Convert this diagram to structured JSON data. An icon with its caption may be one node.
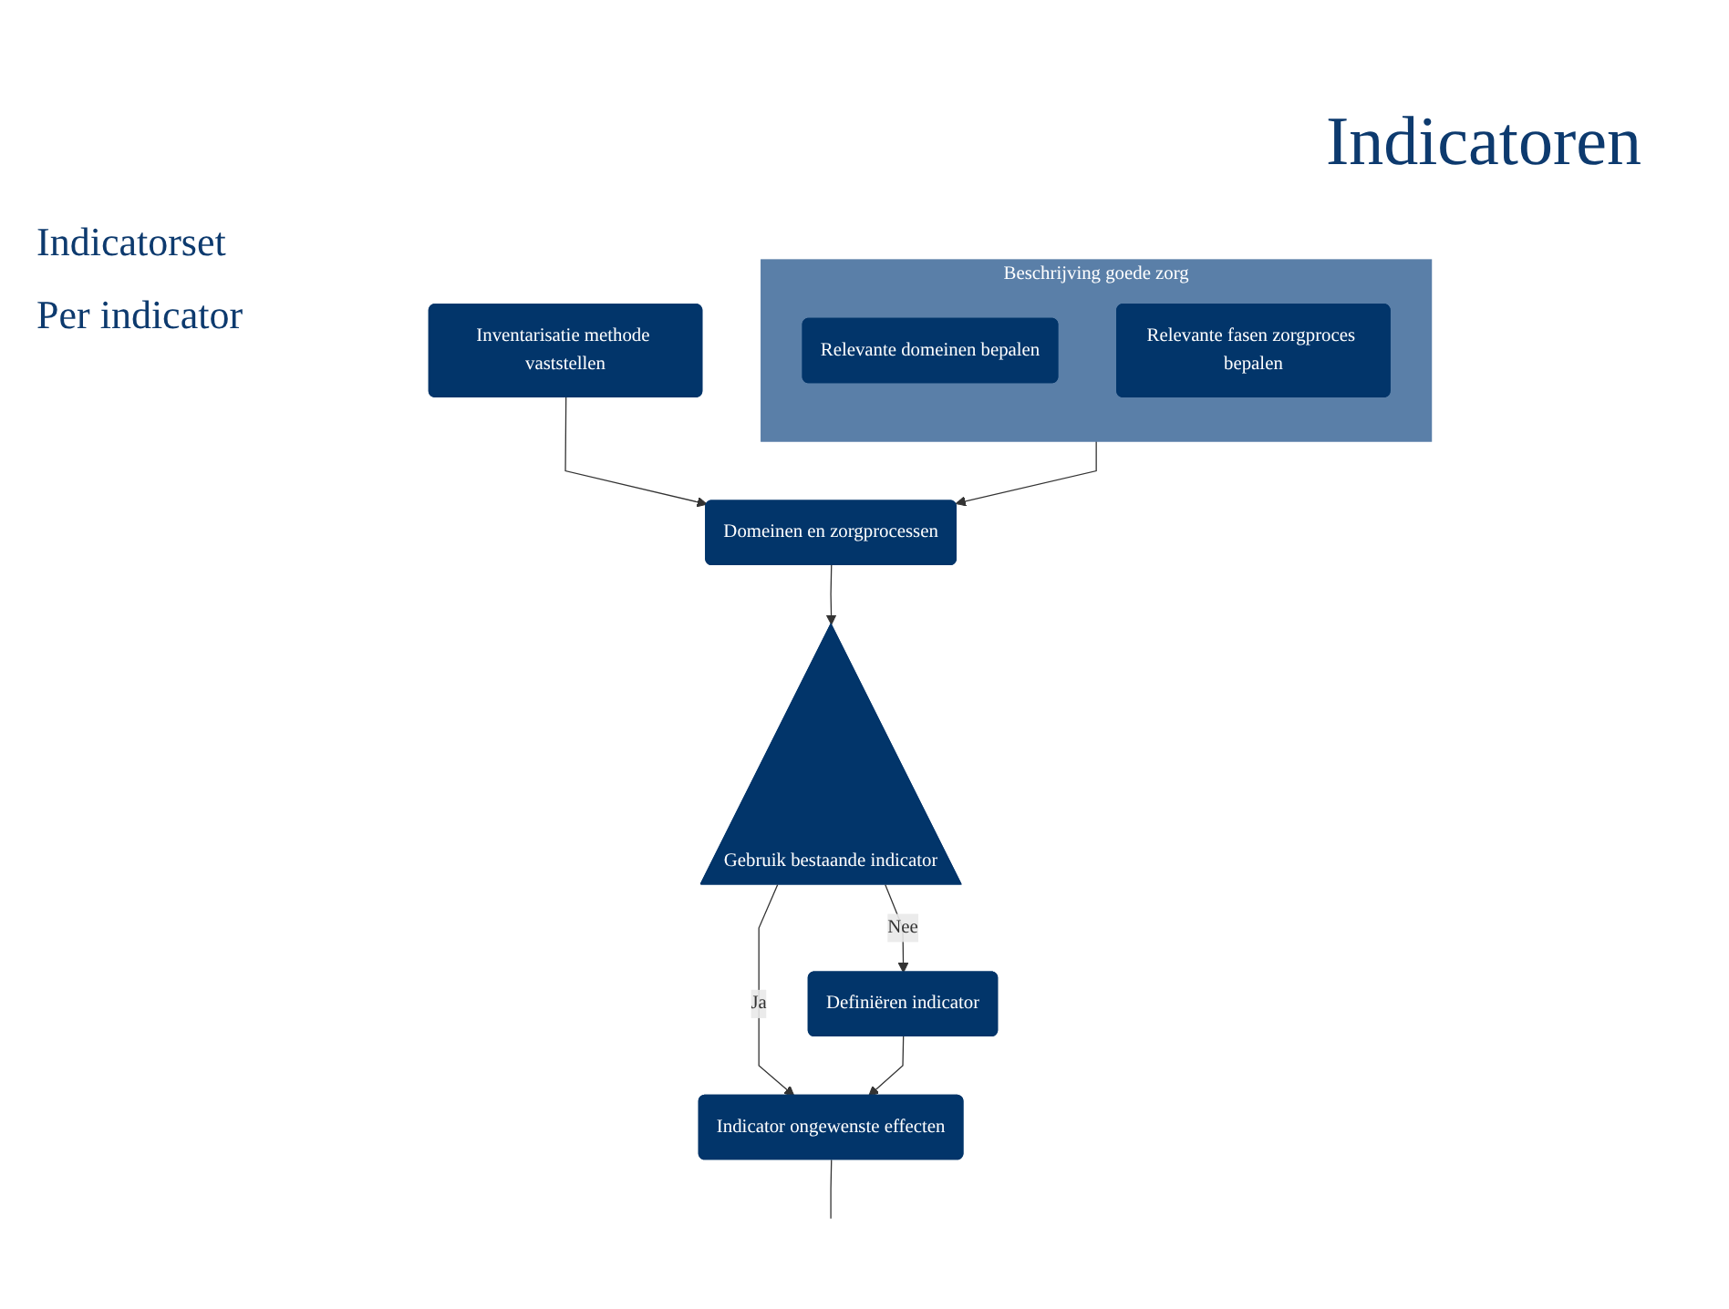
{
  "diagram": {
    "title": "Indicatoren",
    "nodes": [
      {
        "text": [
          "Beschrijving goede zorg"
        ]
      },
      {
        "text": [
          "Relevante domeinen bepalen"
        ],
        "in": 0
      },
      {
        "text": [
          "Relevante fasen zorgproces bepalen"
        ],
        "in": 0
      },
      {
        "text": [
          "Inventarisatie methode vaststellen"
        ]
      },
      {
        "text": [
          "Domeinen en zorgprocessen"
        ]
      },
      {
        "text": [
          "Gebruik bestaande indicator"
        ]
      },
      {
        "text": [
          "Definiëren indicator"
        ]
      },
      {
        "text": [
          "Indicator ongewenste effecten"
        ]
      }
    ],
    "edges": [
      {
        "from": 3,
        "to": 4,
        "arrow": "to"
      },
      {
        "from": 0,
        "to": 4,
        "arrow": "to"
      },
      {
        "from": 4,
        "to": 5,
        "arrow": "to"
      },
      {
        "from": 5,
        "to": 7,
        "arrow": "to",
        "label": "Ja"
      },
      {
        "from": 5,
        "to": 6,
        "arrow": "to",
        "label": "Nee"
      },
      {
        "from": 6,
        "to": 7,
        "arrow": "to"
      },
      {
        "from": 7,
        "to": null,
        "arrow": "none"
      }
    ],
    "labels": [
      "Indicatorset",
      "Per indicator"
    ]
  }
}
